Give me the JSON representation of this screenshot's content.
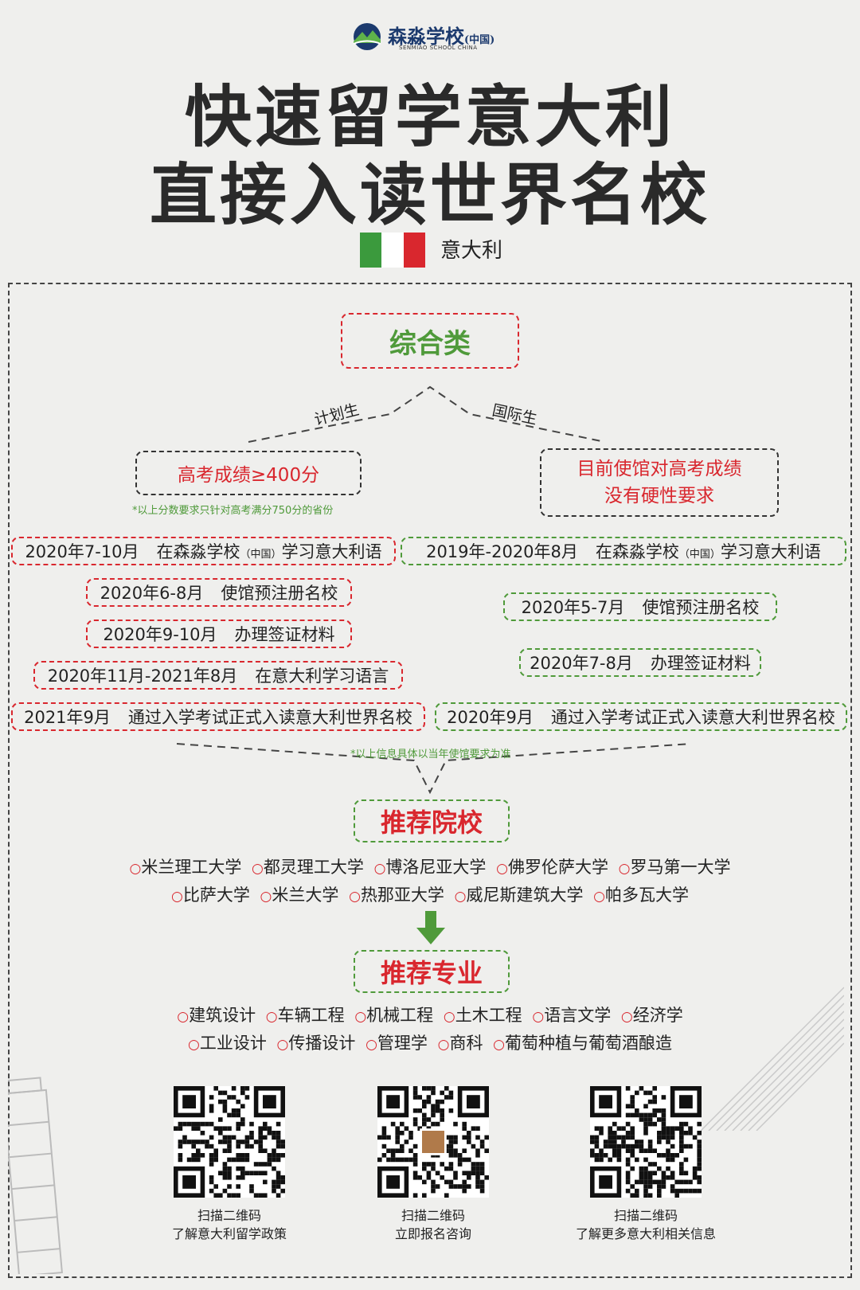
{
  "logo": {
    "name": "森淼学校",
    "name_suffix": "(中国)",
    "sub": "SENMIAO SCHOOL CHINA"
  },
  "title": {
    "line1": "快速留学意大利",
    "line2": "直接入读世界名校"
  },
  "country": {
    "name": "意大利",
    "flag_colors": [
      "#3b9a3d",
      "#ffffff",
      "#d9272e"
    ]
  },
  "category": "综合类",
  "paths": {
    "left_label": "计划生",
    "right_label": "国际生"
  },
  "left": {
    "requirement": "高考成绩≥400分",
    "note": "*以上分数要求只针对高考满分750分的省份",
    "steps": [
      {
        "date": "2020年7-10月",
        "desc_a": "在森淼学校",
        "desc_small": "（中国）",
        "desc_b": "学习意大利语"
      },
      {
        "date": "2020年6-8月",
        "desc": "使馆预注册名校"
      },
      {
        "date": "2020年9-10月",
        "desc": "办理签证材料"
      },
      {
        "date": "2020年11月-2021年8月",
        "desc": "在意大利学习语言"
      },
      {
        "date": "2021年9月",
        "desc": "通过入学考试正式入读意大利世界名校"
      }
    ]
  },
  "right": {
    "requirement_line1": "目前使馆对高考成绩",
    "requirement_line2": "没有硬性要求",
    "steps": [
      {
        "date": "2019年-2020年8月",
        "desc_a": "在森淼学校",
        "desc_small": "（中国）",
        "desc_b": "学习意大利语"
      },
      {
        "date": "2020年5-7月",
        "desc": "使馆预注册名校"
      },
      {
        "date": "2020年7-8月",
        "desc": "办理签证材料"
      },
      {
        "date": "2020年9月",
        "desc": "通过入学考试正式入读意大利世界名校"
      }
    ]
  },
  "bottom_note": "*以上信息具体以当年使馆要求为准",
  "schools": {
    "title": "推荐院校",
    "row1": [
      "米兰理工大学",
      "都灵理工大学",
      "博洛尼亚大学",
      "佛罗伦萨大学",
      "罗马第一大学"
    ],
    "row2": [
      "比萨大学",
      "米兰大学",
      "热那亚大学",
      "威尼斯建筑大学",
      "帕多瓦大学"
    ]
  },
  "majors": {
    "title": "推荐专业",
    "row1": [
      "建筑设计",
      "车辆工程",
      "机械工程",
      "土木工程",
      "语言文学",
      "经济学"
    ],
    "row2": [
      "工业设计",
      "传播设计",
      "管理学",
      "商科",
      "葡萄种植与葡萄酒酿造"
    ]
  },
  "qr": [
    {
      "line1": "扫描二维码",
      "line2": "了解意大利留学政策"
    },
    {
      "line1": "扫描二维码",
      "line2": "立即报名咨询"
    },
    {
      "line1": "扫描二维码",
      "line2": "了解更多意大利相关信息"
    }
  ],
  "colors": {
    "red": "#d9272e",
    "green": "#4f9a3a",
    "navy": "#1c3a6e"
  }
}
